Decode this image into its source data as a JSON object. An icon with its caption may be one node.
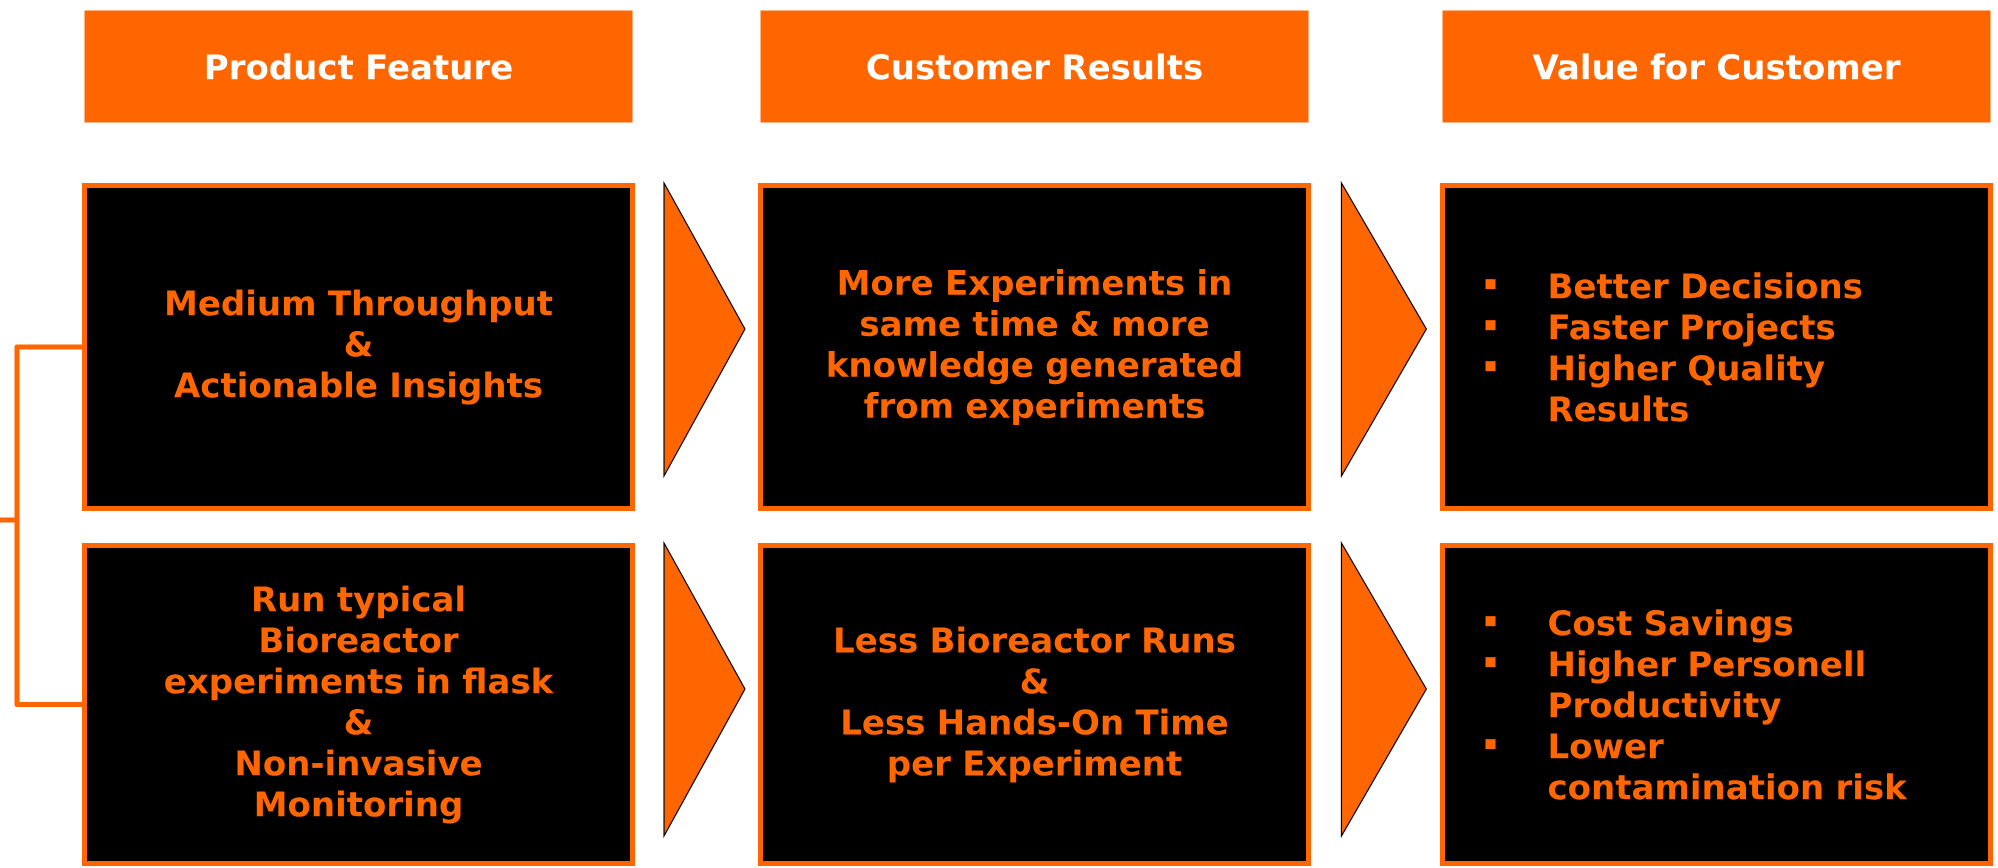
{
  "diagram": {
    "nodes": [
      {
        "text": [
          "Product Feature"
        ]
      },
      {
        "text": [
          "Customer Results"
        ]
      },
      {
        "text": [
          "Value for Customer"
        ]
      },
      {
        "text": [
          "Medium Throughput",
          "&",
          "Actionable Insights"
        ]
      },
      {
        "text": [
          "More Experiments in same time & more knowledge generated from experiments"
        ]
      },
      {
        "text": [
          "Better Decisions",
          "Faster Projects",
          "Higher Quality Results"
        ]
      },
      {
        "text": [
          "Run typical Bioreactor experiments in flask",
          "&",
          "Non-invasive Monitoring"
        ]
      },
      {
        "text": [
          "Less Bioreactor Runs",
          "&",
          "Less Hands-On Time per Experiment"
        ]
      },
      {
        "text": [
          "Cost Savings",
          "Higher Personell Productivity",
          "Lower contamination risk"
        ]
      }
    ],
    "edges": [
      {
        "from": 3,
        "to": 6,
        "arrow": "none"
      },
      {
        "from": 3,
        "to": 4,
        "arrow": "to"
      },
      {
        "from": 4,
        "to": 5,
        "arrow": "to"
      },
      {
        "from": 6,
        "to": 7,
        "arrow": "to"
      },
      {
        "from": 7,
        "to": 8,
        "arrow": "to"
      }
    ]
  }
}
